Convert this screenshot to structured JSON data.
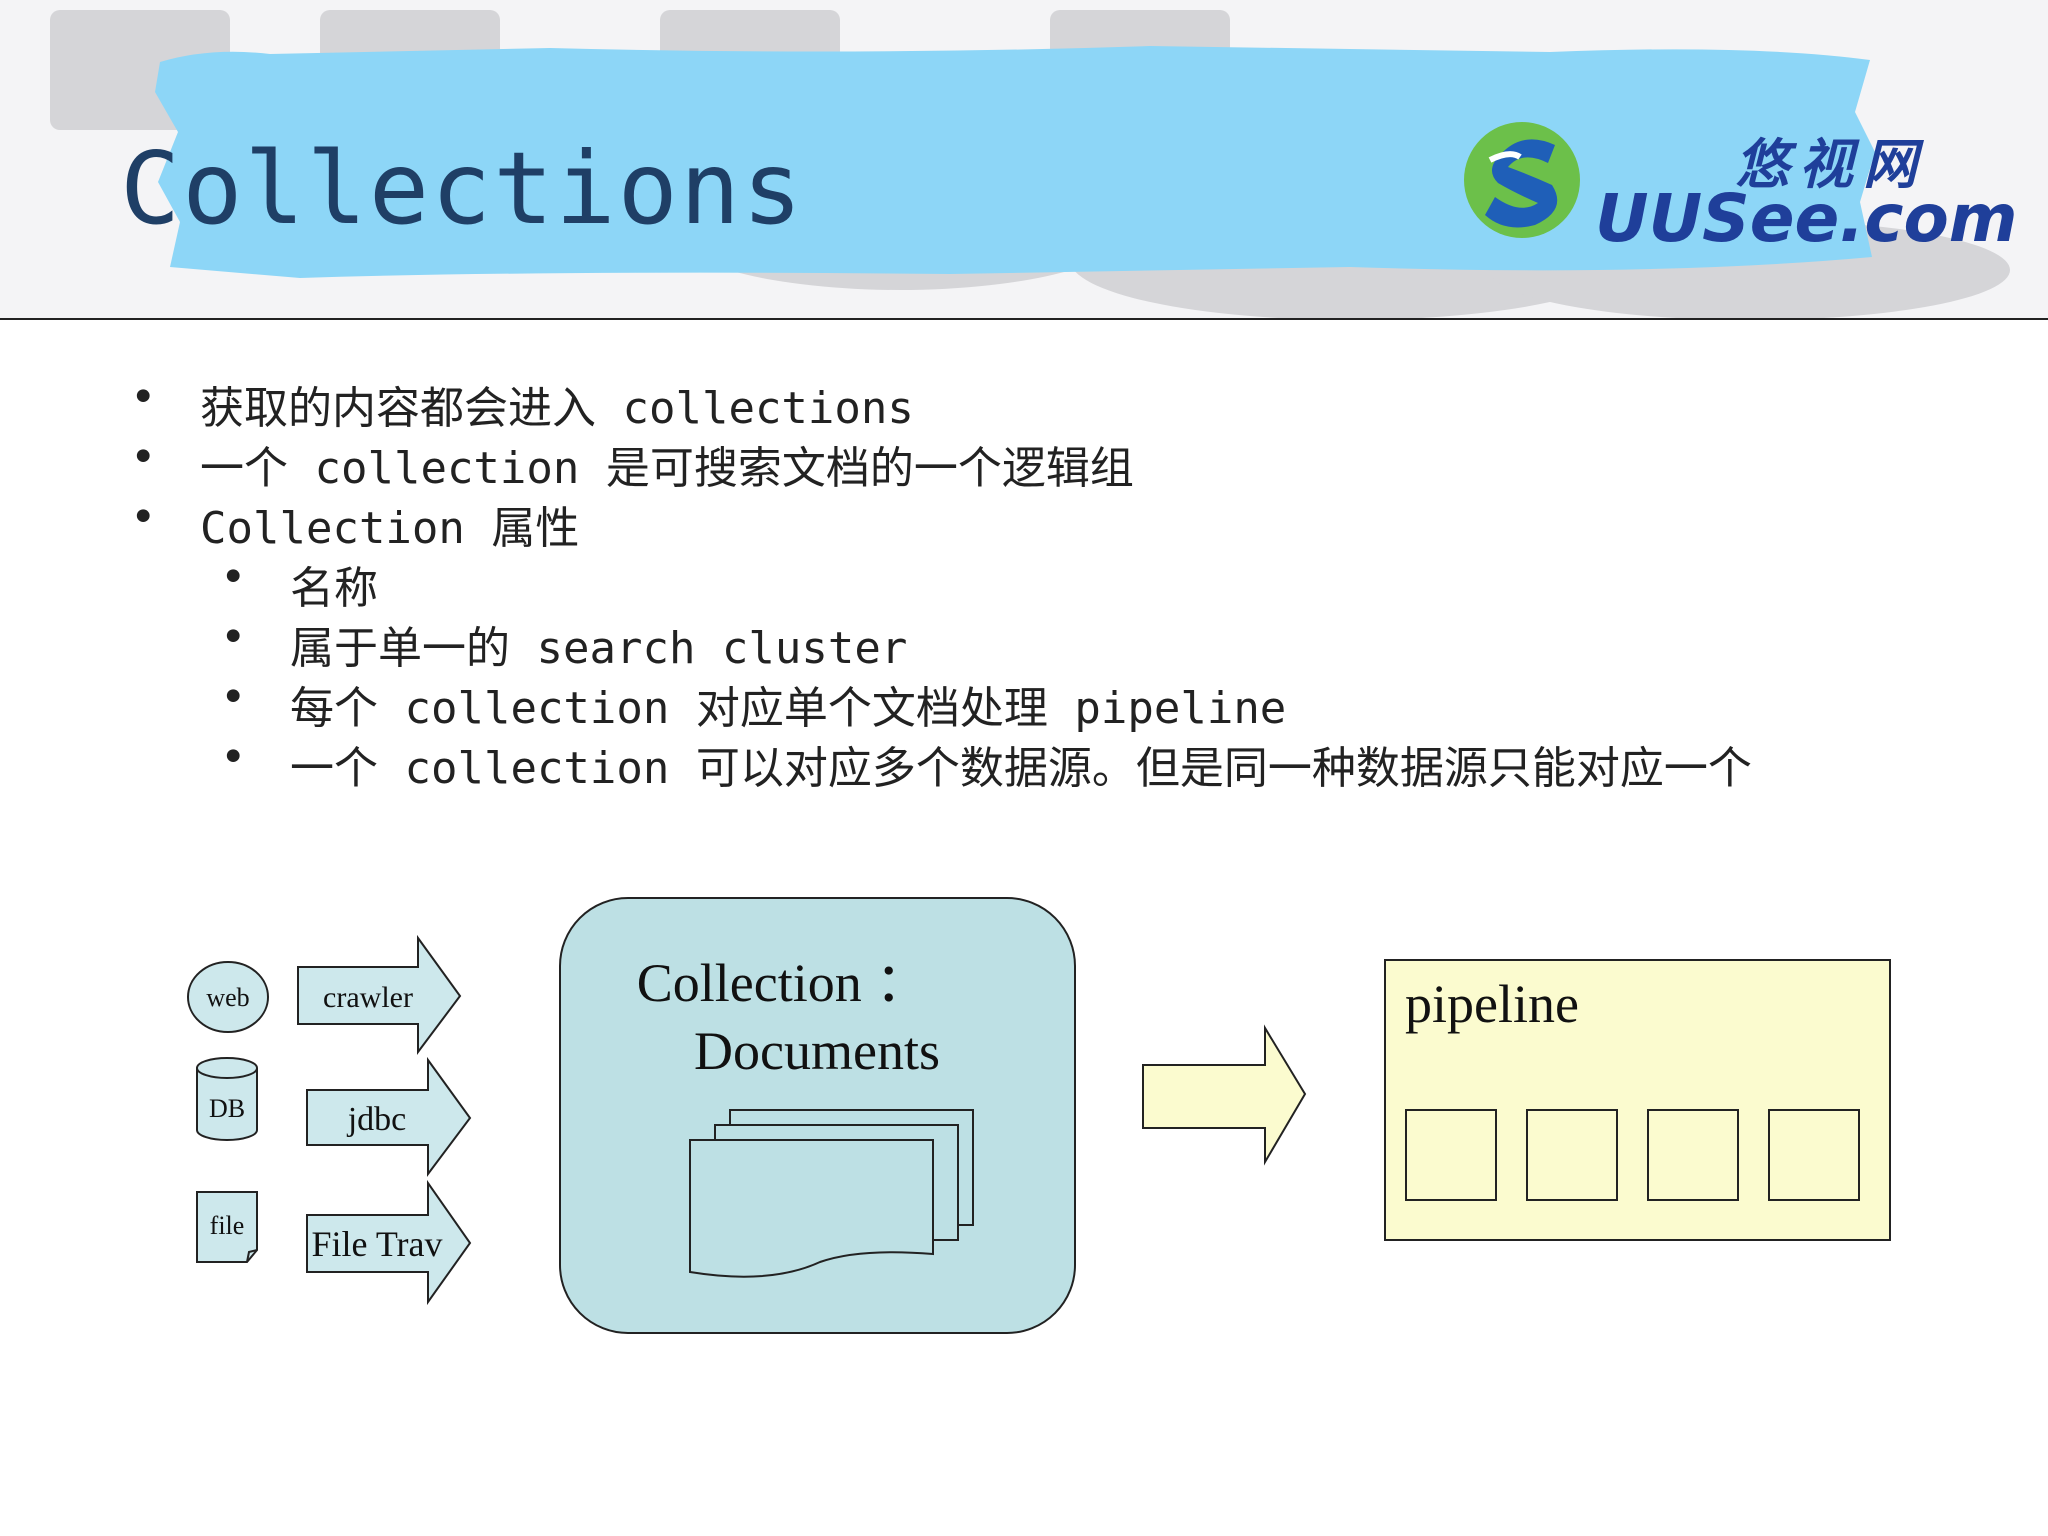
{
  "header": {
    "title": "Collections",
    "logo_cn": "悠视网",
    "logo_en": "UUSee.com"
  },
  "bullets": [
    {
      "level": 1,
      "text": "获取的内容都会进入 collections"
    },
    {
      "level": 1,
      "text": "一个 collection 是可搜索文档的一个逻辑组"
    },
    {
      "level": 1,
      "text": "Collection 属性"
    },
    {
      "level": 2,
      "text": "名称"
    },
    {
      "level": 2,
      "text": "属于单一的 search cluster"
    },
    {
      "level": 2,
      "text": "每个 collection 对应单个文档处理 pipeline"
    },
    {
      "level": 2,
      "text": "一个 collection 可以对应多个数据源。但是同一种数据源只能对应一个"
    }
  ],
  "diagram": {
    "sources": [
      "web",
      "DB",
      "file"
    ],
    "connectors": [
      "crawler",
      "jdbc",
      "File Trav"
    ],
    "collection_line1": "Collection ：",
    "collection_line2": "Documents",
    "pipeline": "pipeline",
    "colors": {
      "collection_fill": "#bde0e4",
      "pipeline_fill": "#fbfbcf",
      "source_fill": "#cde8ec",
      "arrow_fill": "#fbfbcf",
      "brush": "#8dd6f7"
    }
  }
}
